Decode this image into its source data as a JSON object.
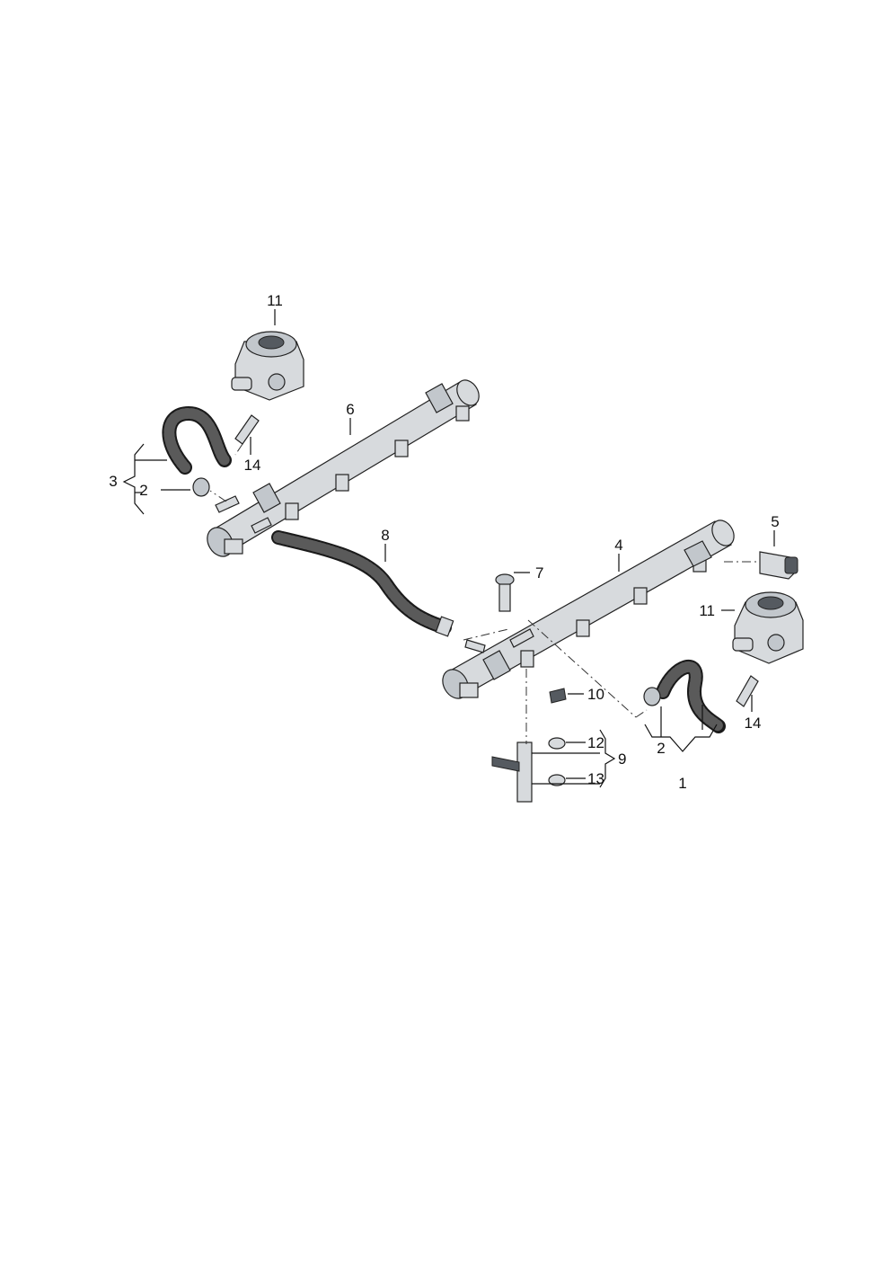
{
  "callouts": [
    {
      "id": "c1",
      "text": "1"
    },
    {
      "id": "c2a",
      "text": "2"
    },
    {
      "id": "c2b",
      "text": "2"
    },
    {
      "id": "c3",
      "text": "3"
    },
    {
      "id": "c4",
      "text": "4"
    },
    {
      "id": "c5",
      "text": "5"
    },
    {
      "id": "c6",
      "text": "6"
    },
    {
      "id": "c7",
      "text": "7"
    },
    {
      "id": "c8",
      "text": "8"
    },
    {
      "id": "c9",
      "text": "9"
    },
    {
      "id": "c10",
      "text": "10"
    },
    {
      "id": "c11a",
      "text": "11"
    },
    {
      "id": "c11b",
      "text": "11"
    },
    {
      "id": "c12",
      "text": "12"
    },
    {
      "id": "c13",
      "text": "13"
    },
    {
      "id": "c14a",
      "text": "14"
    },
    {
      "id": "c14b",
      "text": "14"
    }
  ],
  "colors": {
    "line": "#111111",
    "metal": "#d7dadd",
    "hose": "#1a1a1a",
    "background": "#ffffff"
  }
}
